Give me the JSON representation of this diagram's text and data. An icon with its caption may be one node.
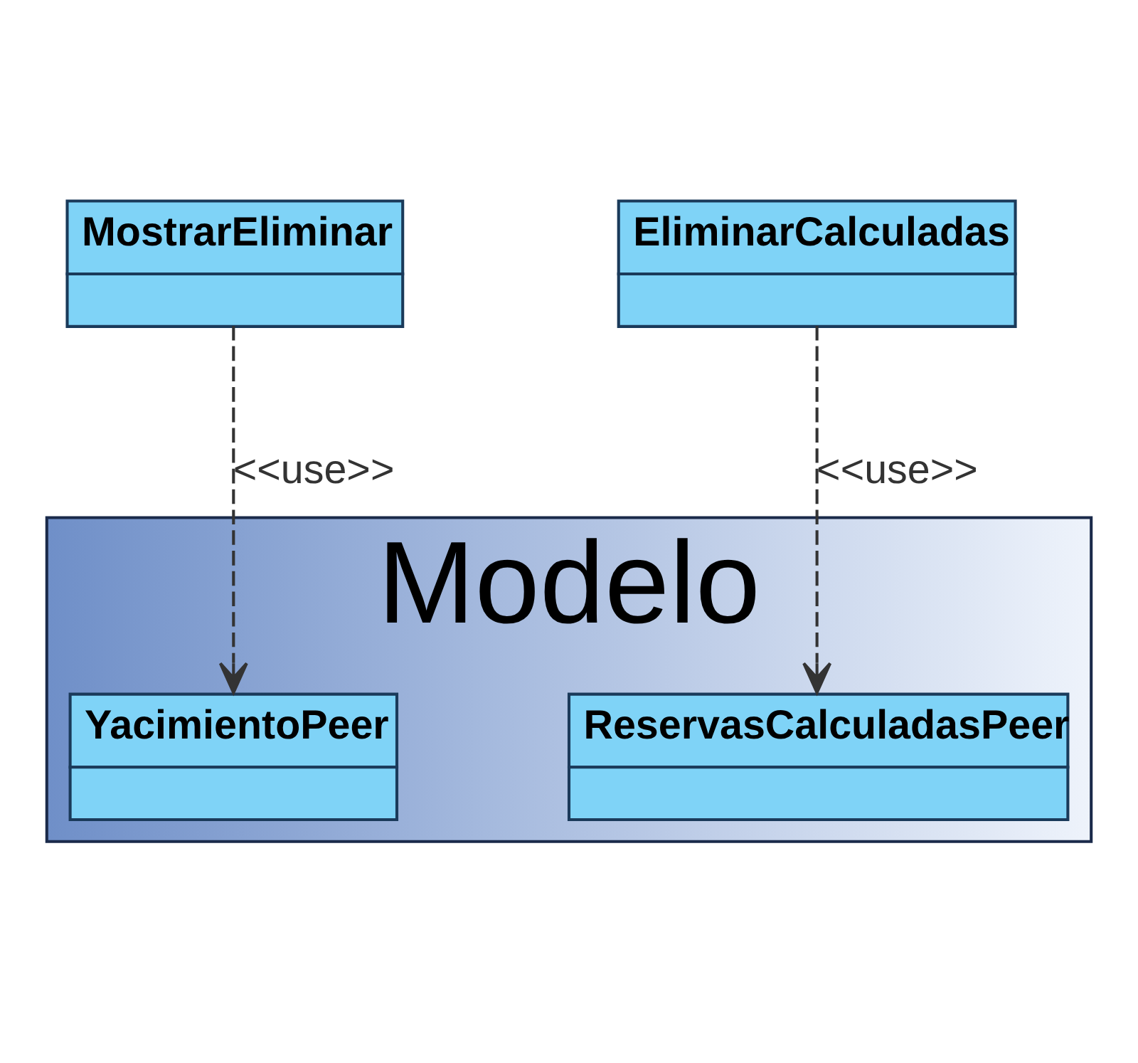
{
  "diagram": {
    "nodes": [
      {
        "text": [
          "MostrarEliminar"
        ]
      },
      {
        "text": [
          "EliminarCalculadas"
        ]
      },
      {
        "text": [
          "Modelo"
        ]
      },
      {
        "text": [
          "YacimientoPeer"
        ],
        "in": 2
      },
      {
        "text": [
          "ReservasCalculadasPeer"
        ],
        "in": 2
      }
    ],
    "edges": [
      {
        "from": 0,
        "to": 3,
        "arrow": "to",
        "style": "dashed",
        "label": "<<use>>"
      },
      {
        "from": 1,
        "to": 4,
        "arrow": "to",
        "style": "dashed",
        "label": "<<use>>"
      }
    ]
  }
}
